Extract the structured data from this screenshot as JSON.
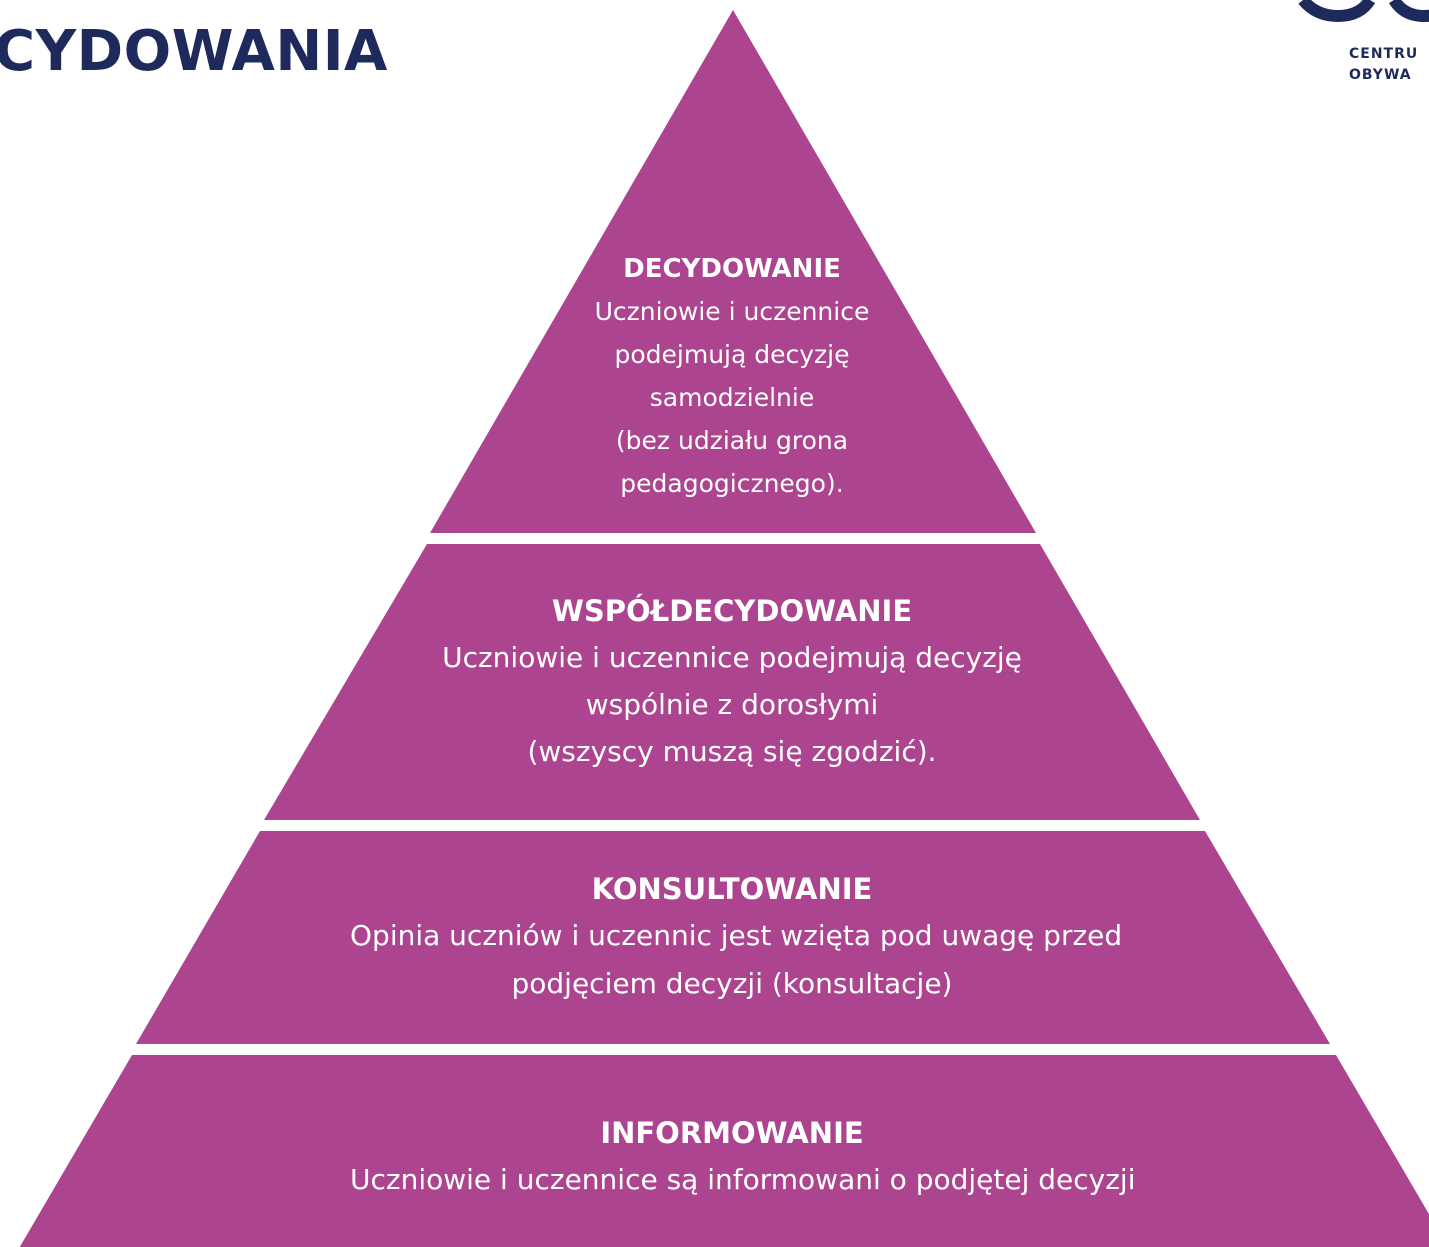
{
  "heading": {
    "text": "CYDOWANIA",
    "color": "#1f2a5c"
  },
  "logo": {
    "line1": "CENTRU",
    "line2": "OBYWA",
    "color": "#1f2a5c",
    "icon": "organization-logo-mark"
  },
  "pyramid": {
    "fill_color": "#ad448f",
    "levels": [
      {
        "title": "DECYDOWANIE",
        "lines": [
          "Uczniowie i uczennice",
          "podejmują decyzję",
          "samodzielnie",
          "(bez udziału grona",
          "pedagogicznego)."
        ]
      },
      {
        "title": "WSPÓŁDECYDOWANIE",
        "lines": [
          "Uczniowie i uczennice podejmują decyzję",
          "wspólnie z dorosłymi",
          "(wszyscy muszą się zgodzić)."
        ]
      },
      {
        "title": "KONSULTOWANIE",
        "lines": [
          "Opinia uczniów i uczennic jest wzięta pod uwagę przed",
          "podjęciem decyzji (konsultacje)"
        ]
      },
      {
        "title": "INFORMOWANIE",
        "lines": [
          "Uczniowie i uczennice są informowani o podjętej decyzji"
        ]
      }
    ]
  }
}
